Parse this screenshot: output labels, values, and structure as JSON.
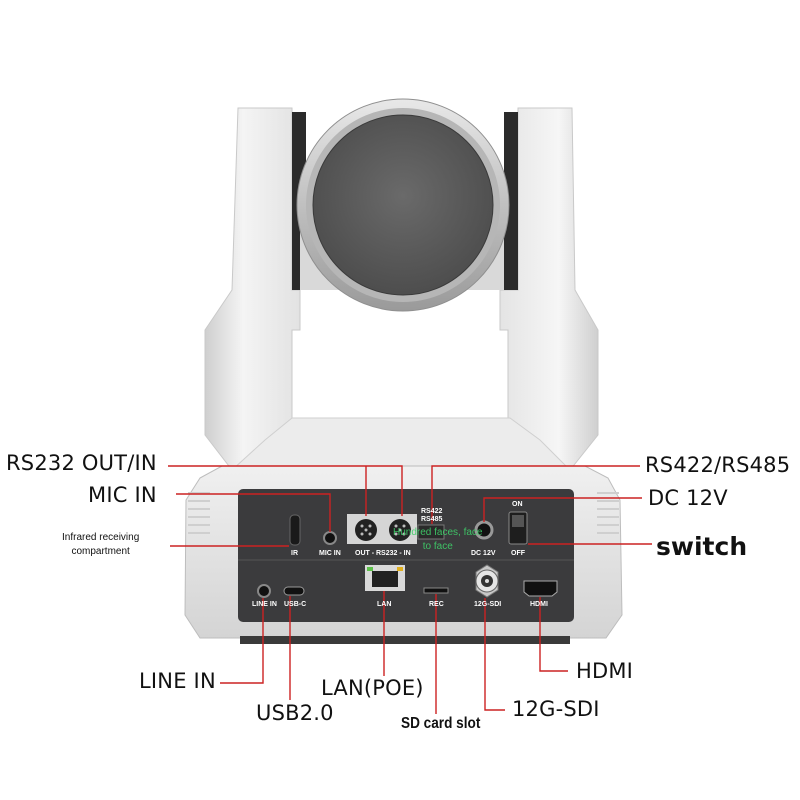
{
  "callouts": {
    "rs232": "RS232 OUT/IN",
    "mic_in": "MIC IN",
    "infrared": [
      "Infrared receiving",
      "compartment"
    ],
    "rs422": "RS422/RS485",
    "dc12v": "DC 12V",
    "switch": "switch",
    "line_in": "LINE IN",
    "usb": "USB2.0",
    "lan": "LAN(POE)",
    "sd": "SD card slot",
    "sdi": "12G-SDI",
    "hdmi": "HDMI"
  },
  "panel_labels": {
    "ir": "IR",
    "mic_in": "MIC IN",
    "rs232": "OUT - RS232 - IN",
    "rs422_a": "RS422",
    "rs422_b": "RS485",
    "dc": "DC 12V",
    "on": "ON",
    "off": "OFF",
    "line_in": "LINE IN",
    "usb_c": "USB-C",
    "lan": "LAN",
    "rec": "REC",
    "sdi": "12G-SDI",
    "hdmi": "HDMI"
  },
  "overlay_text": [
    "Hundred faces, face",
    "to face"
  ],
  "colors": {
    "body": "#e6e6e6",
    "panel": "#3b3b3d",
    "callout_line": "#cc2222"
  }
}
